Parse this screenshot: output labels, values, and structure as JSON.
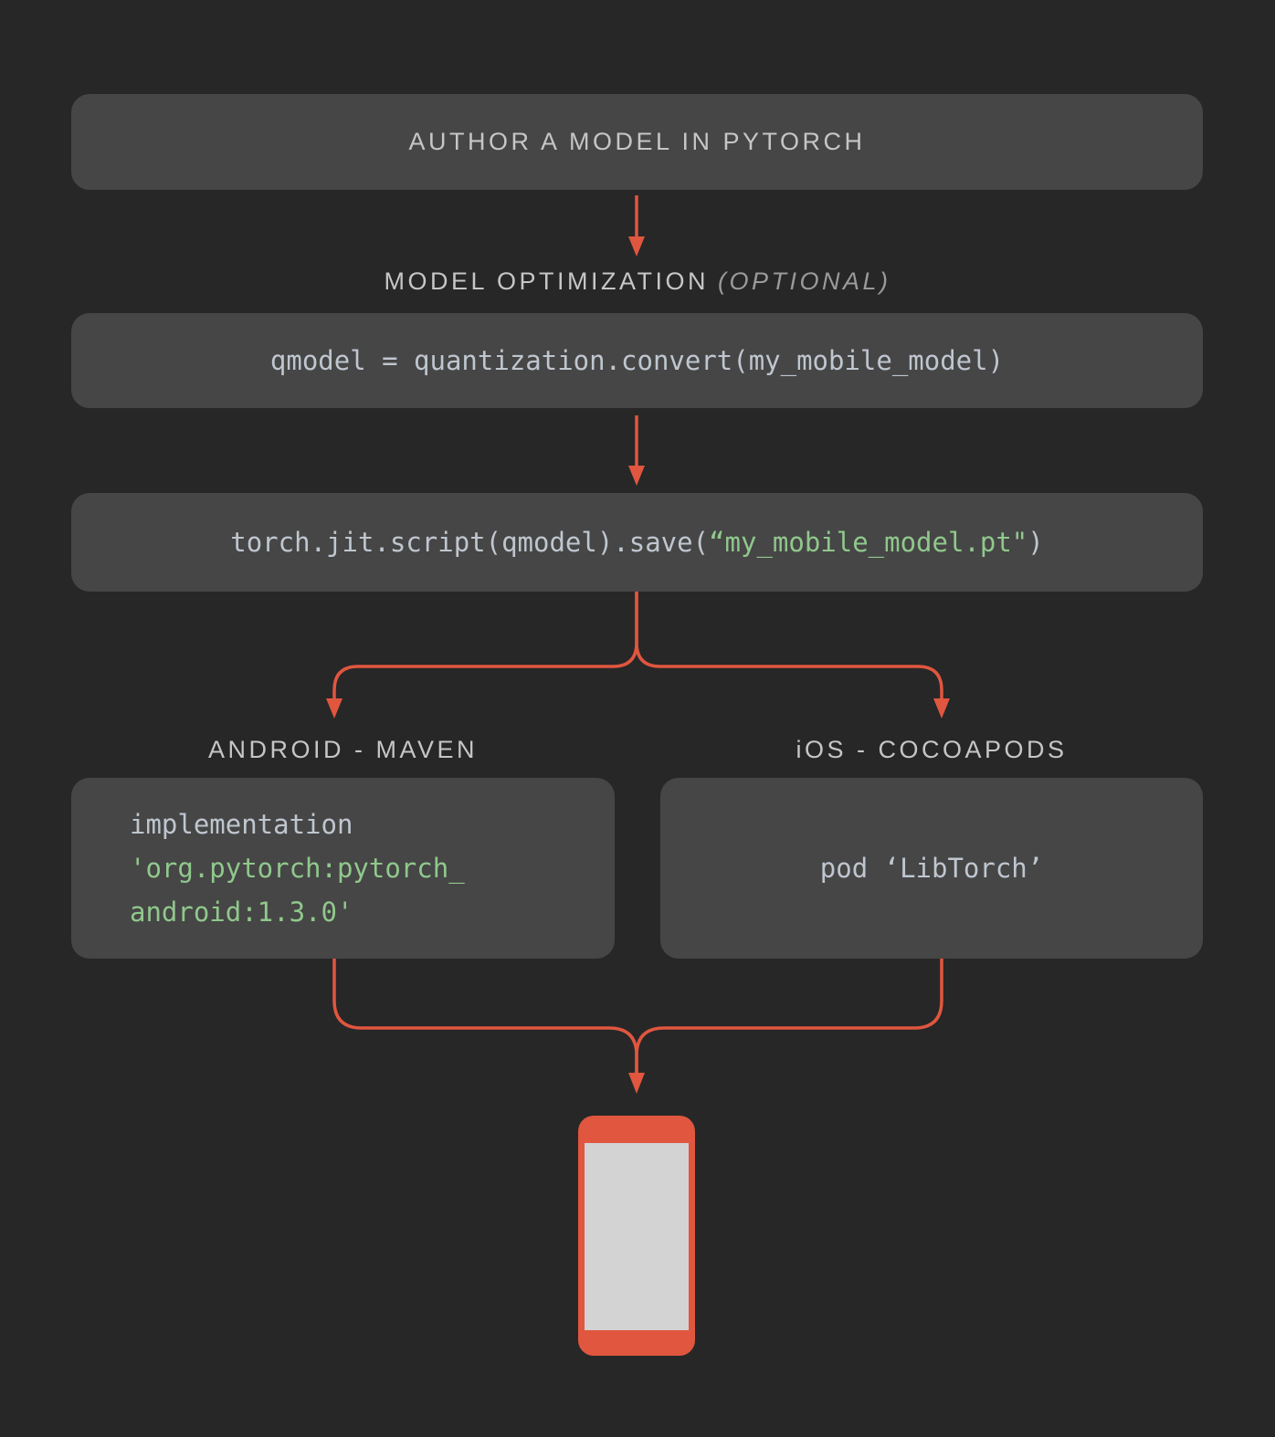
{
  "theme": {
    "bg": "#272727",
    "panel": "#464646",
    "accent": "#e0563f",
    "codeGrey": "#bfc6cf",
    "codeGreen": "#90c88c",
    "headingGrey": "#c6c6c6",
    "mutedGrey": "#9a9a9a",
    "phoneScreen": "#d3d3d3"
  },
  "author": {
    "label": "AUTHOR A MODEL IN PYTORCH"
  },
  "optimization": {
    "heading": "MODEL OPTIMIZATION",
    "note": "(OPTIONAL)",
    "code": "qmodel = quantization.convert(my_mobile_model)"
  },
  "save": {
    "code_prefix": "torch.jit.script(qmodel).save(",
    "code_file": "“my_mobile_model.pt\"",
    "code_suffix": ")"
  },
  "branches": {
    "android": {
      "heading": "ANDROID - MAVEN",
      "code_line1": "implementation",
      "code_line2": "'org.pytorch:pytorch_",
      "code_line3": "android:1.3.0'"
    },
    "ios": {
      "heading": "iOS - COCOAPODS",
      "code": "pod ‘LibTorch’"
    }
  },
  "icons": {
    "smartphone_icon": "smartphone"
  }
}
